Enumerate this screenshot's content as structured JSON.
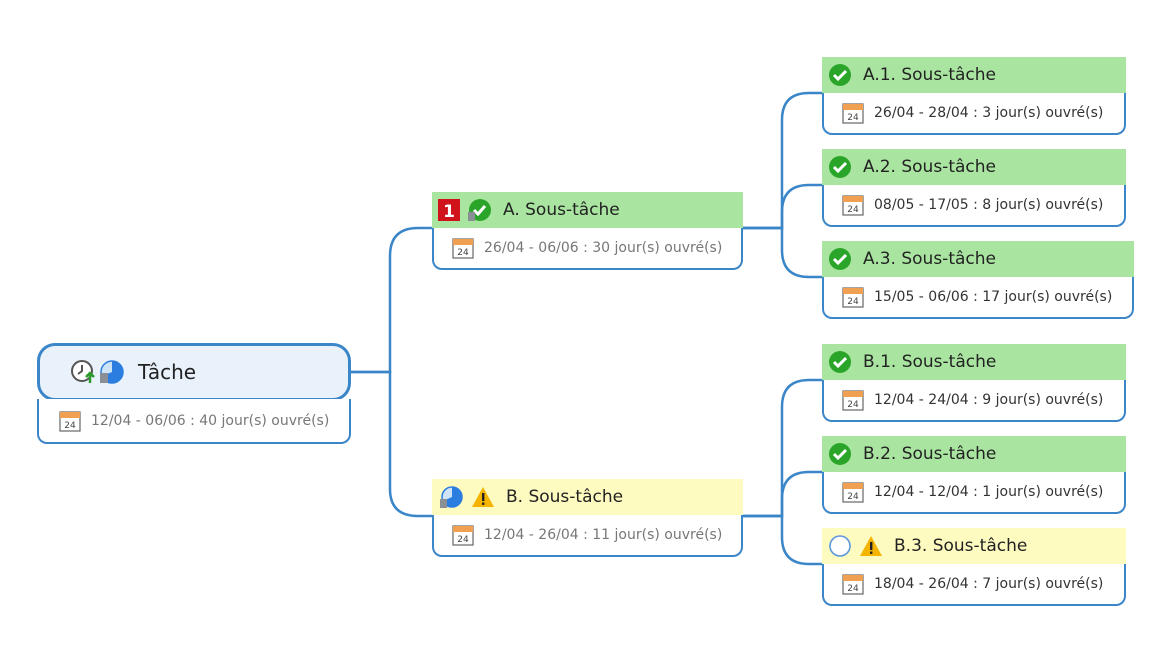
{
  "colors": {
    "connector": "#3a86c8",
    "done_header": "#a9e5a0",
    "warning_header": "#fdfbc0",
    "root_header": "#e9f1fb"
  },
  "root": {
    "title": "Tâche",
    "dates": "12/04 - 06/06 : 40 jour(s) ouvré(s)",
    "icons": [
      "clock-arrow-icon",
      "partial-progress-icon"
    ]
  },
  "branches": {
    "a": {
      "title": "A. Sous-tâche",
      "dates": "26/04 - 06/06 : 30 jour(s) ouvré(s)",
      "icons": [
        "priority-1-icon",
        "complete-check-icon"
      ],
      "priority": "1"
    },
    "b": {
      "title": "B. Sous-tâche",
      "dates": "12/04 - 26/04 : 11 jour(s) ouvré(s)",
      "icons": [
        "partial-progress-icon",
        "warning-icon"
      ]
    }
  },
  "leaves": {
    "a1": {
      "title": "A.1. Sous-tâche",
      "dates": "26/04 - 28/04 : 3 jour(s) ouvré(s)",
      "icon": "complete-check-icon"
    },
    "a2": {
      "title": "A.2. Sous-tâche",
      "dates": "08/05 - 17/05 : 8 jour(s) ouvré(s)",
      "icon": "complete-check-icon"
    },
    "a3": {
      "title": "A.3. Sous-tâche",
      "dates": "15/05 - 06/06 : 17 jour(s) ouvré(s)",
      "icon": "complete-check-icon"
    },
    "b1": {
      "title": "B.1. Sous-tâche",
      "dates": "12/04 - 24/04 : 9 jour(s) ouvré(s)",
      "icon": "complete-check-icon"
    },
    "b2": {
      "title": "B.2. Sous-tâche",
      "dates": "12/04 - 12/04 : 1 jour(s) ouvré(s)",
      "icon": "complete-check-icon"
    },
    "b3": {
      "title": "B.3. Sous-tâche",
      "dates": "18/04 - 26/04 : 7 jour(s) ouvré(s)",
      "icons": [
        "not-started-circle-icon",
        "warning-icon"
      ]
    }
  },
  "calendar_day": "24"
}
